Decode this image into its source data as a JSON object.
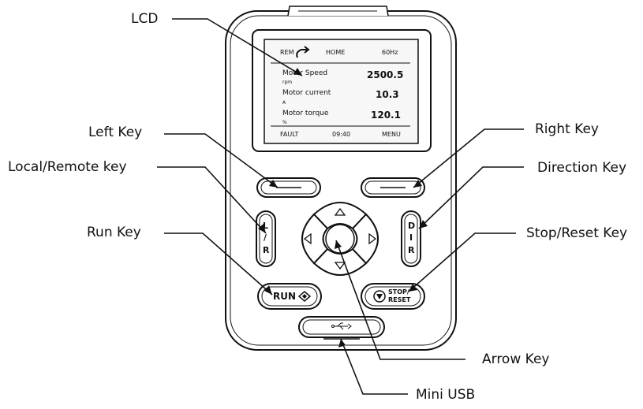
{
  "labels": {
    "lcd": "LCD",
    "left_key": "Left Key",
    "local_remote_key": "Local/Remote key",
    "run_key": "Run Key",
    "right_key": "Right Key",
    "direction_key": "Direction Key",
    "stop_reset_key": "Stop/Reset Key",
    "arrow_key": "Arrow Key",
    "mini_usb": "Mini USB"
  },
  "lcd_screen": {
    "status_left": "REM",
    "status_center": "HOME",
    "status_right": "60Hz",
    "rows": [
      {
        "name": "Motor Speed",
        "value": "2500.5",
        "unit": "rpm"
      },
      {
        "name": "Motor current",
        "value": "10.3",
        "unit": "A"
      },
      {
        "name": "Motor torque",
        "value": "120.1",
        "unit": "%"
      }
    ],
    "footer_left": "FAULT",
    "footer_center": "09:40",
    "footer_right": "MENU"
  },
  "keys": {
    "local_remote": [
      "L",
      "/",
      "R"
    ],
    "direction": [
      "D",
      "I",
      "R"
    ],
    "run": "RUN",
    "stop_line1": "STOP/",
    "stop_line2": "RESET"
  },
  "colors": {
    "line": "#111111",
    "device_fill": "#ffffff",
    "screen_fill": "#f7f7f7"
  }
}
